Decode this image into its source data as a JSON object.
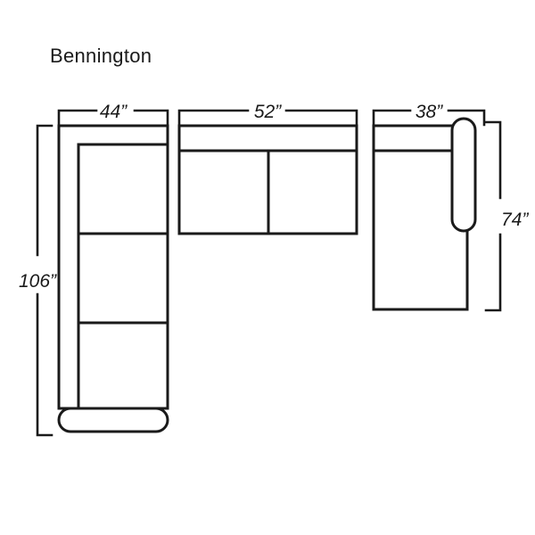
{
  "title": "Bennington",
  "colors": {
    "stroke": "#1a1a1a",
    "background": "#ffffff",
    "text": "#1a1a1a"
  },
  "dimensions": {
    "width_left": "44”",
    "width_middle": "52”",
    "width_right": "38”",
    "height_left": "106”",
    "height_right": "74”"
  },
  "chart_data": {
    "type": "diagram",
    "title": "Bennington",
    "subject": "L-shaped sectional sofa top-view dimension schematic",
    "units": "inches",
    "modules": [
      {
        "name": "left-section",
        "label": "44”",
        "width_in": 44,
        "height_in": 106,
        "orientation": "vertical",
        "features": [
          "back-rail-left",
          "back-rail-top",
          "seat-cushion-upper",
          "seat-cushion-lower",
          "rolled-arm-bottom"
        ]
      },
      {
        "name": "middle-section",
        "label": "52”",
        "width_in": 52,
        "orientation": "horizontal",
        "features": [
          "back-rail-top",
          "seat-cushion-left",
          "seat-cushion-right"
        ]
      },
      {
        "name": "right-section",
        "label": "38”",
        "width_in": 38,
        "height_in": 74,
        "orientation": "vertical",
        "features": [
          "back-rail-top",
          "seat-cushion",
          "rolled-arm-right"
        ]
      }
    ],
    "callouts": [
      {
        "label": "44”",
        "axis": "horizontal",
        "placement": "top",
        "applies_to": "left-section"
      },
      {
        "label": "52”",
        "axis": "horizontal",
        "placement": "top",
        "applies_to": "middle-section"
      },
      {
        "label": "38”",
        "axis": "horizontal",
        "placement": "top",
        "applies_to": "right-section"
      },
      {
        "label": "106”",
        "axis": "vertical",
        "placement": "left",
        "applies_to": "left-section"
      },
      {
        "label": "74”",
        "axis": "vertical",
        "placement": "right",
        "applies_to": "right-section"
      }
    ]
  }
}
